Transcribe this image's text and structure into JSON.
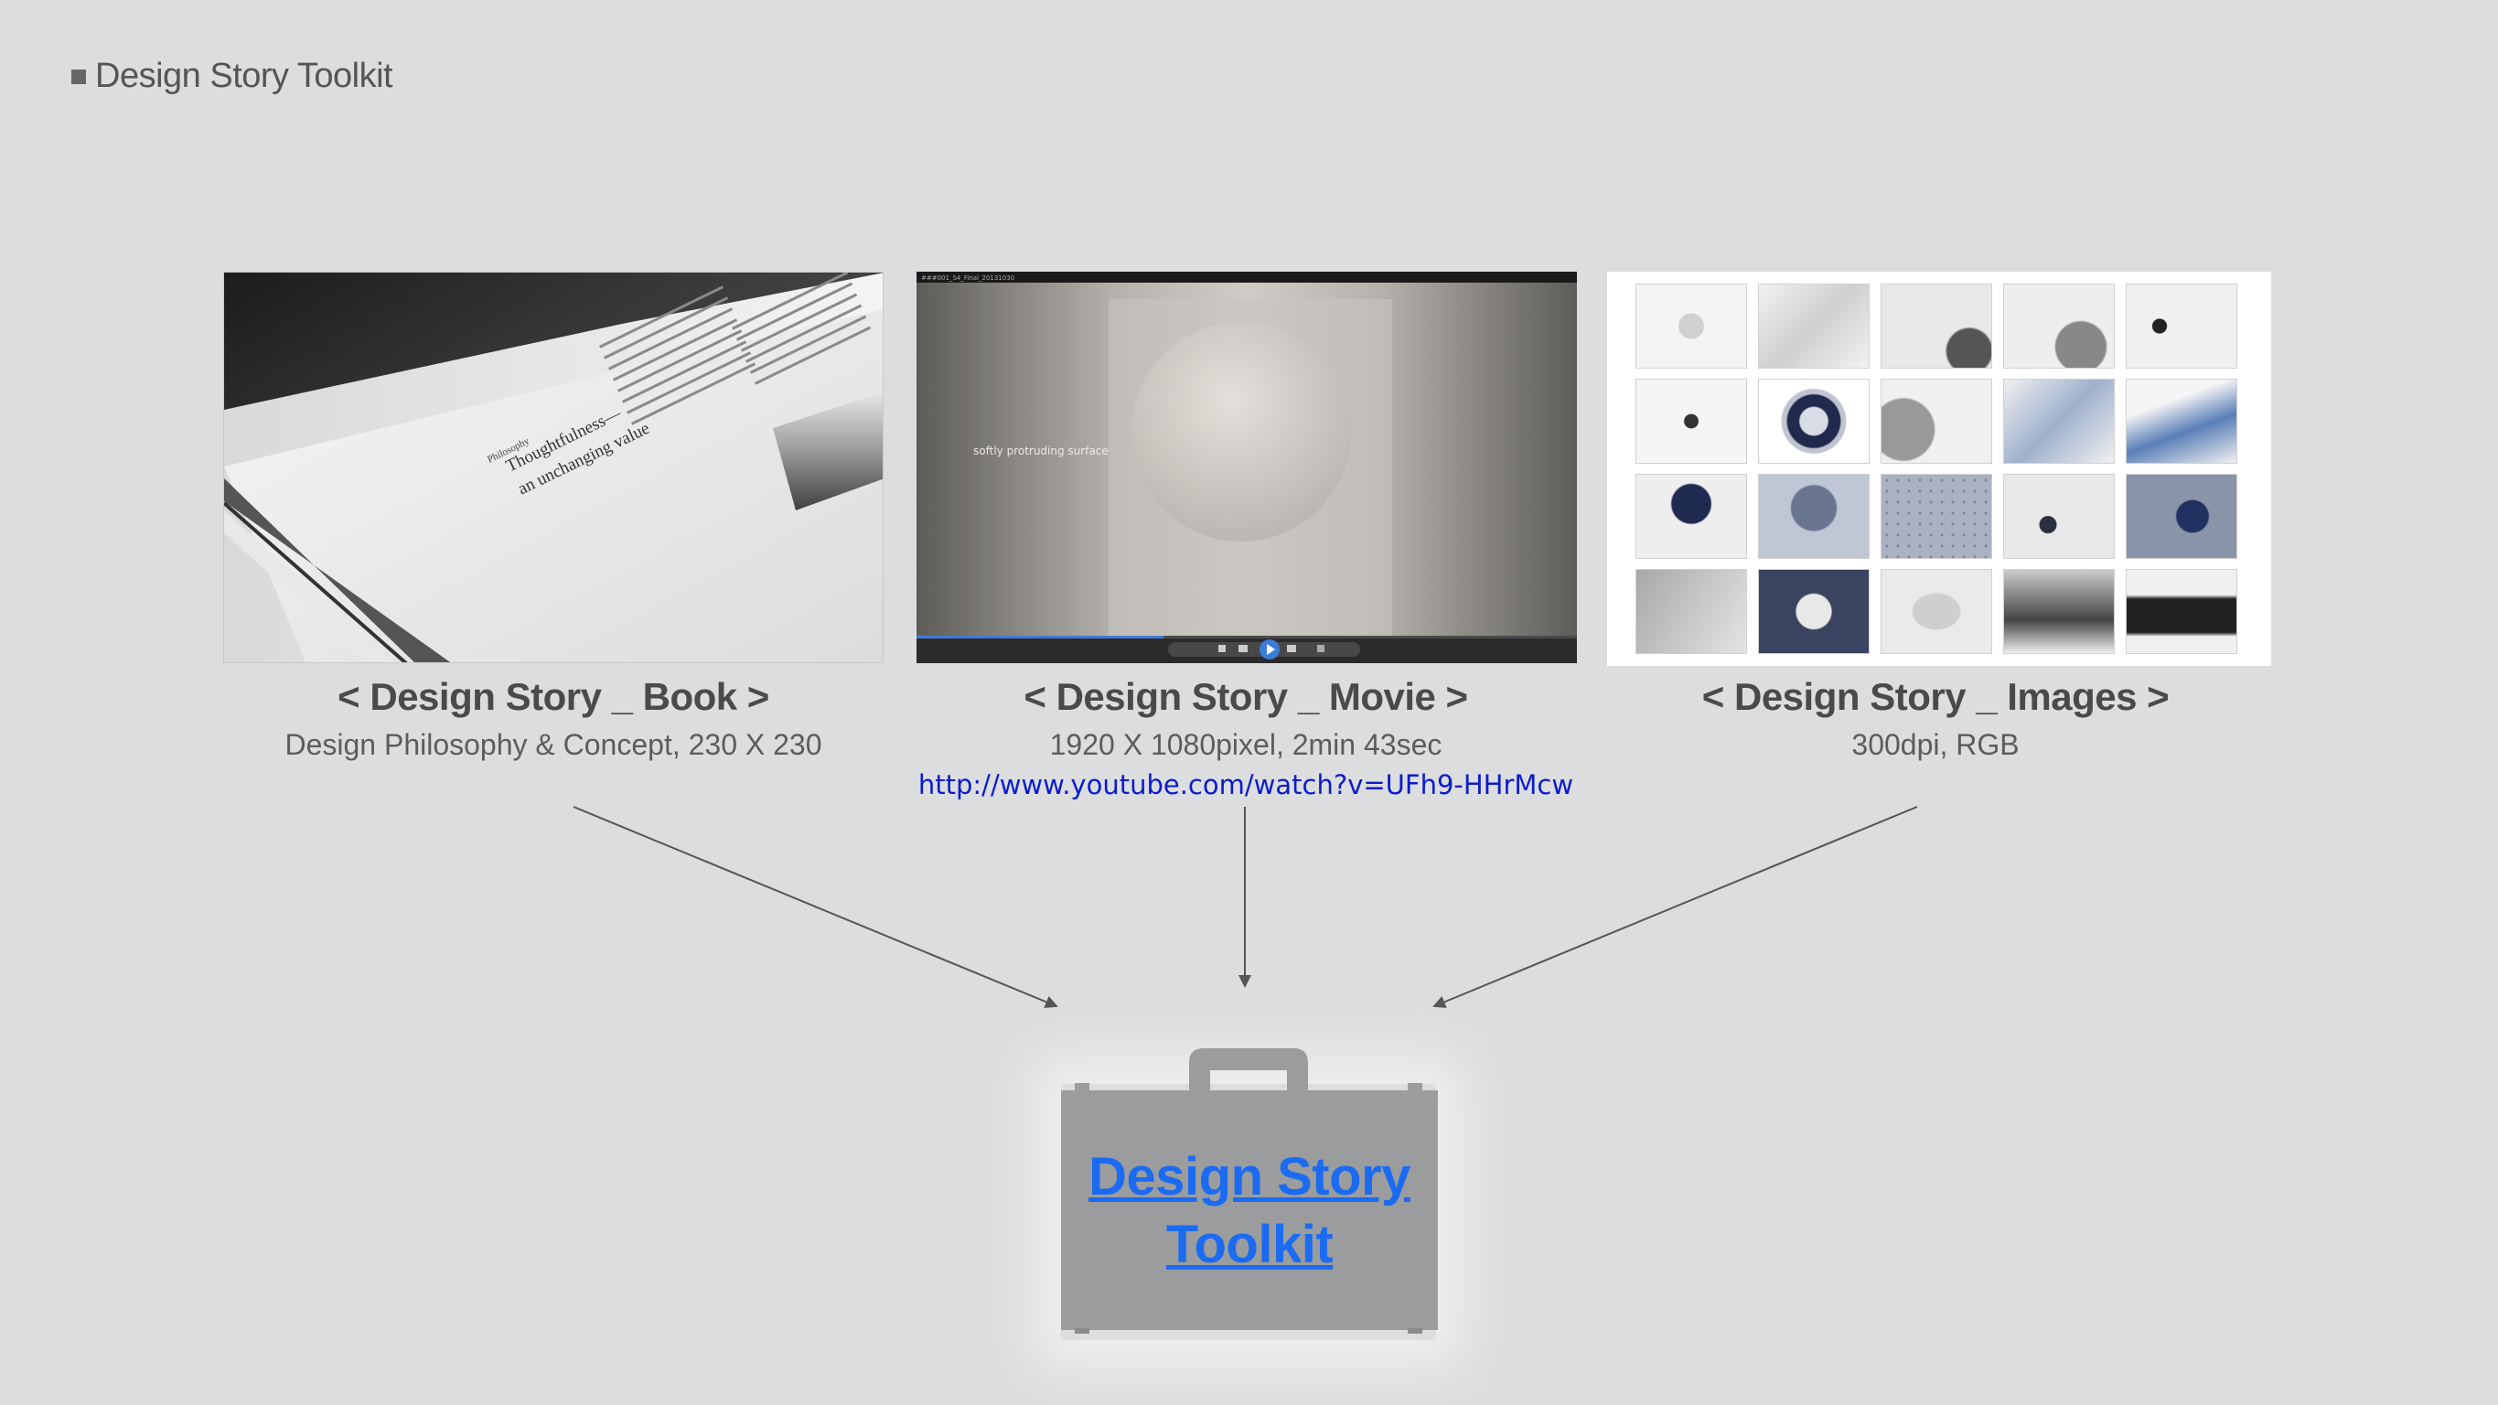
{
  "header": {
    "title": "Design Story Toolkit"
  },
  "panels": {
    "book": {
      "heading": "< Design Story _ Book >",
      "subtitle": "Design Philosophy & Concept, 230 X 230",
      "page_label": "Philosophy",
      "headline_line1": "Thoughtfulness—",
      "headline_line2": "an unchanging value"
    },
    "movie": {
      "heading": "< Design Story _ Movie >",
      "subtitle": "1920 X 1080pixel, 2min 43sec",
      "link": "http://www.youtube.com/watch?v=UFh9-HHrMcw",
      "overlay_text": "softly protruding surface",
      "player_title": "###001_S4_Final_20131030"
    },
    "images": {
      "heading": "< Design Story _ Images >",
      "subtitle": "300dpi, RGB",
      "tile_count": 20
    }
  },
  "toolkit": {
    "line1": "Design Story",
    "line2": "Toolkit"
  },
  "colors": {
    "background": "#dcdddf",
    "case_fill": "#9b9c9e",
    "link_blue": "#0a1ccc",
    "case_link": "#1a6bf2",
    "arrow": "#555555"
  },
  "icons": {
    "case": "briefcase-icon",
    "play": "play-icon"
  }
}
